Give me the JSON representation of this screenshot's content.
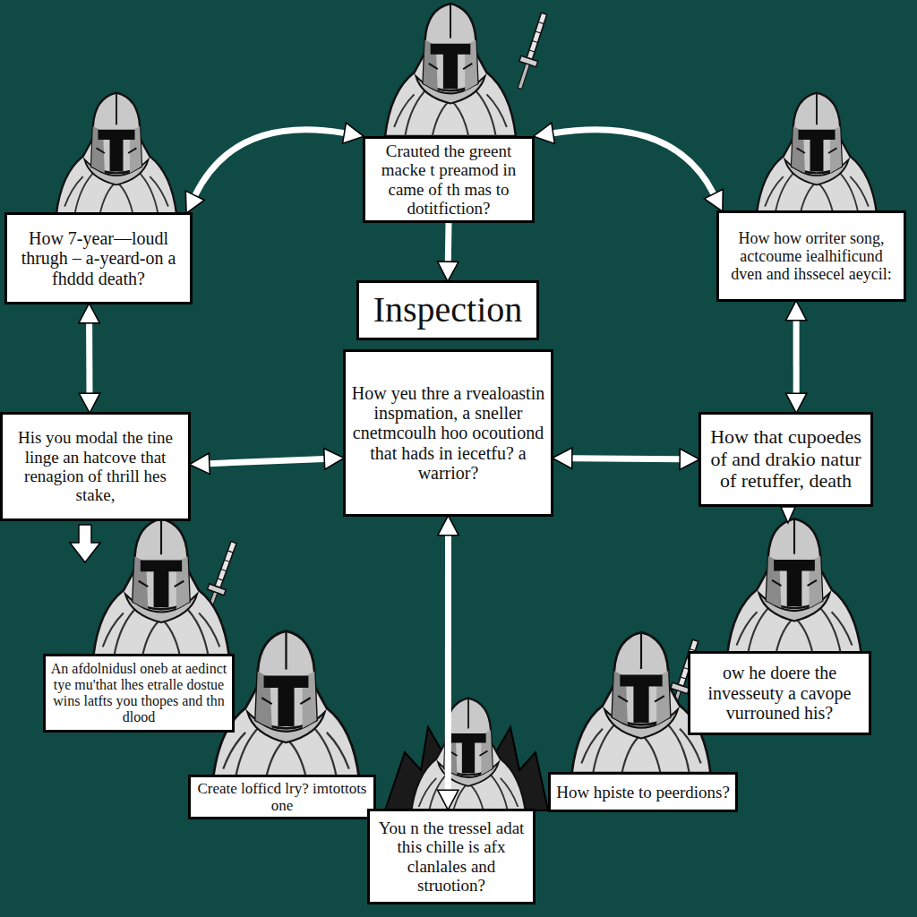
{
  "diagram": {
    "nodes": [
      {
        "text": [
          "Crauted the greent macke t preamod in came of th mas to dotitfiction?"
        ]
      },
      {
        "text": [
          "How 7-year—loudl thrugh – a-yeard-on a fhddd death?"
        ]
      },
      {
        "text": [
          "How how orriter song, actcoume iealhificund dven and ihssecel aeycil:"
        ]
      },
      {
        "text": [
          "Inspection"
        ]
      },
      {
        "text": [
          "How yeu thre a rvealoastin inspmation, a sneller cnetmcoulh hoo ocoutiond that hads in iecetfu? a warrior?"
        ]
      },
      {
        "text": [
          "His you modal the tine linge an hatcove that renagion of thrill hes stake,"
        ]
      },
      {
        "text": [
          "How that cupoedes of and drakio natur of retuffer, death"
        ]
      },
      {
        "text": [
          "An afdolnidusl oneb at aedinct tye mu'that lhes etralle dostue wins latfts you thopes and thn dlood"
        ]
      },
      {
        "text": [
          "ow he doere the invesseuty a cavope vurrouned his?"
        ]
      },
      {
        "text": [
          "Create lofficd lry? imtottots one"
        ]
      },
      {
        "text": [
          "You n the tressel adat this chille is afx clanlales and struotion?"
        ]
      },
      {
        "text": [
          "How hpiste to peerdions?"
        ]
      }
    ],
    "edges": [
      {
        "from": 1,
        "to": 0,
        "arrow": "both"
      },
      {
        "from": 0,
        "to": 2,
        "arrow": "both"
      },
      {
        "from": 0,
        "to": 3,
        "arrow": "to"
      },
      {
        "from": 1,
        "to": 5,
        "arrow": "both"
      },
      {
        "from": 2,
        "to": 6,
        "arrow": "both"
      },
      {
        "from": 5,
        "to": 4,
        "arrow": "both"
      },
      {
        "from": 4,
        "to": 6,
        "arrow": "both"
      },
      {
        "from": 4,
        "to": 10,
        "arrow": "both"
      }
    ]
  }
}
